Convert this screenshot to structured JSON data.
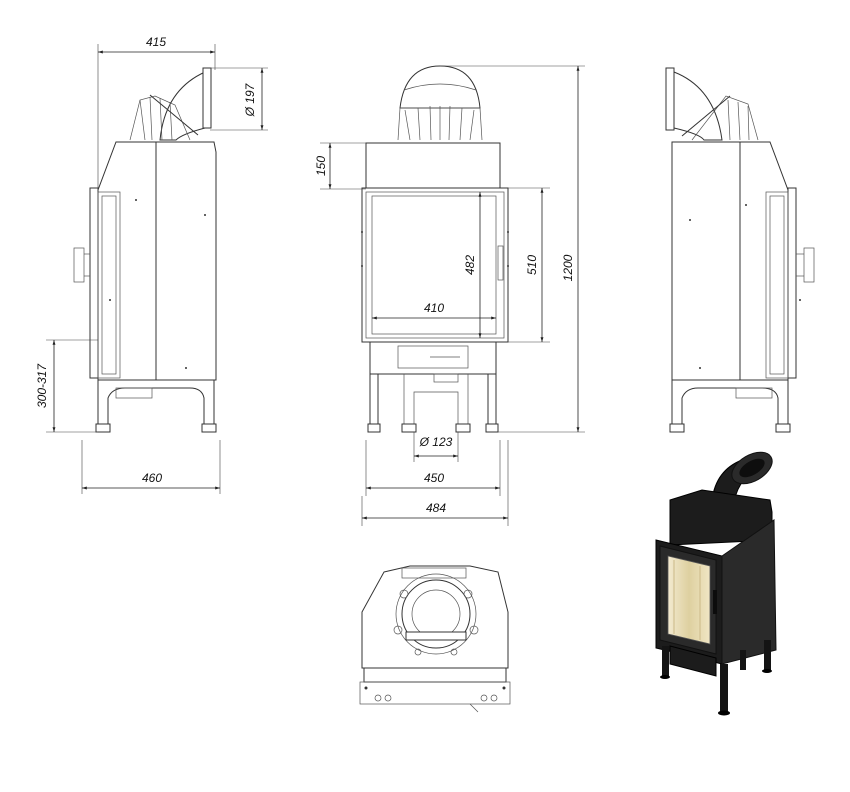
{
  "dimensions": {
    "side_depth": "415",
    "flue_diameter": "Ø 197",
    "side_width": "460",
    "leg_height": "300-317",
    "top_height": "150",
    "door_height": "482",
    "opening_height": "510",
    "glass_width": "410",
    "total_height": "1200",
    "air_inlet_diameter": "Ø 123",
    "body_width": "450",
    "overall_width": "484"
  },
  "colors": {
    "line": "#333333",
    "body": "#1c1c1c",
    "glass": "#e8dcb0"
  }
}
